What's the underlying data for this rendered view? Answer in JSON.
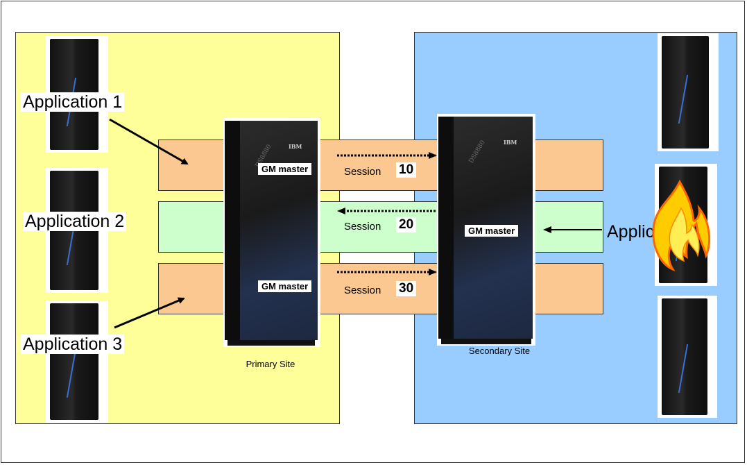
{
  "applications": {
    "app1": "Application 1",
    "app2": "Application 2",
    "app3": "Application 3",
    "app2_secondary": "Application 2"
  },
  "sessions": [
    {
      "label": "Session",
      "number": "10"
    },
    {
      "label": "Session",
      "number": "20"
    },
    {
      "label": "Session",
      "number": "30"
    }
  ],
  "masters": {
    "primary_1": "GM master",
    "primary_3": "GM master",
    "secondary_2": "GM master"
  },
  "sites": {
    "primary": "Primary Site",
    "secondary": "Secondary Site"
  },
  "storage_text": {
    "brand": "IBM",
    "model": "DS8880"
  },
  "colors": {
    "primary_site": "#ffff99",
    "secondary_site": "#99ccff",
    "session_orange": "#fac890",
    "session_green": "#ccffcc",
    "fire_outer": "#ffcc00",
    "fire_inner": "#ff6600"
  },
  "icons": [
    "server-rack-icon",
    "storage-system-icon",
    "fire-icon",
    "arrow-icon"
  ]
}
